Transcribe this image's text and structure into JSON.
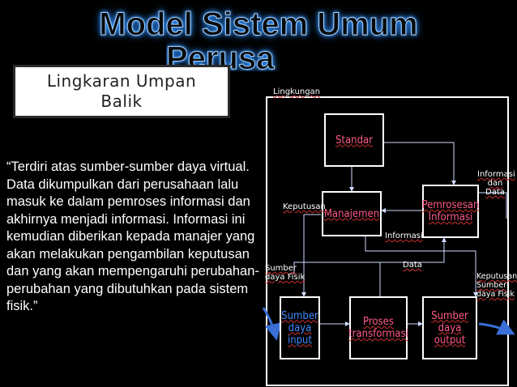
{
  "slide": {
    "title_line1": "Model Sistem Umum",
    "title_line2": "Perusa"
  },
  "callout": {
    "line1": "Lingkaran Umpan",
    "line2": "Balik"
  },
  "body_text": "“Terdiri atas sumber-sumber daya virtual. Data dikumpulkan dari perusahaan lalu masuk ke dalam pemroses informasi dan akhirnya menjadi informasi. Informasi ini kemudian diberikan kepada manajer yang akan melakukan pengambilan keputusan dan yang akan mempengaruhi perubahan-perubahan yang dibutuhkan pada sistem fisik.”",
  "diagram": {
    "environment_label": "Lingkungan",
    "boxes": {
      "standar": "Standar",
      "manajemen": "Manajemen",
      "pemrosesan_l1": "Pemrosesan",
      "pemrosesan_l2": "Informasi",
      "sumber_input_l1": "Sumber",
      "sumber_input_l2": "daya",
      "sumber_input_l3": "input",
      "proses_l1": "Proses",
      "proses_l2": "transformasi",
      "sumber_output_l1": "Sumber daya",
      "sumber_output_l2": "output"
    },
    "labels": {
      "keputusan_left": "Keputusan",
      "informasi_mid": "Informasi",
      "data_mid": "Data",
      "sumber_daya_fisik_l1": "Sumber",
      "sumber_daya_fisik_l2": "daya Fisik",
      "informasi_dan_data_l1": "Informasi",
      "informasi_dan_data_l2": "dan",
      "informasi_dan_data_l3": "Data",
      "keputusan_right_l1": "Keputusan",
      "keputusan_right_l2": "Sumber",
      "keputusan_right_l3": "daya Fisik"
    }
  },
  "colors": {
    "background": "#000000",
    "title_glow": "#2f8fff",
    "box_text_pink": "#ff5a8a",
    "box_text_blue": "#3f8cff",
    "flow_arrow_blue": "#3a6fd8"
  }
}
